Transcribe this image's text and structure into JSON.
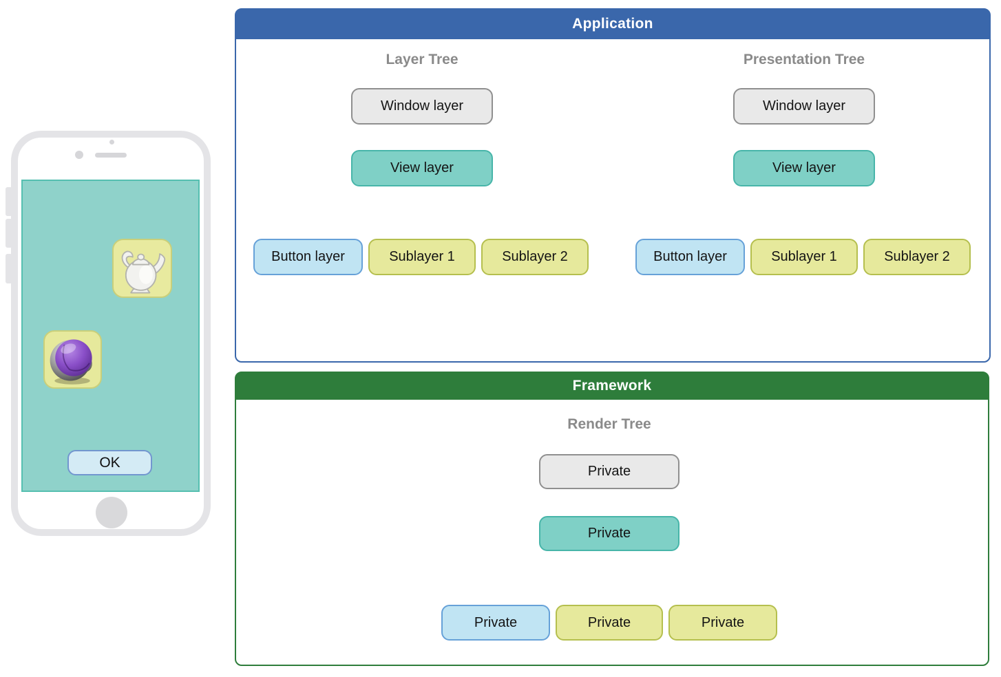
{
  "application": {
    "header": "Application",
    "layer_tree": {
      "title": "Layer Tree",
      "window_layer": "Window layer",
      "view_layer": "View layer",
      "button_layer": "Button layer",
      "sublayer_1": "Sublayer 1",
      "sublayer_2": "Sublayer 2"
    },
    "presentation_tree": {
      "title": "Presentation Tree",
      "window_layer": "Window layer",
      "view_layer": "View layer",
      "button_layer": "Button layer",
      "sublayer_1": "Sublayer 1",
      "sublayer_2": "Sublayer 2"
    }
  },
  "framework": {
    "header": "Framework",
    "render_tree": {
      "title": "Render Tree",
      "root": "Private",
      "middle": "Private",
      "child_1": "Private",
      "child_2": "Private",
      "child_3": "Private"
    }
  },
  "phone": {
    "ok_button_label": "OK",
    "teapot_icon": "teapot-app-icon",
    "sphere_icon": "core-animation-sphere-icon"
  },
  "colors": {
    "application_header_bg": "#3a67ab",
    "framework_header_bg": "#2e7d3b",
    "gray_node_fill": "#e9e9e9",
    "gray_node_border": "#8f8f8f",
    "teal_node_fill": "#7fd0c6",
    "teal_node_border": "#47b5a9",
    "blue_node_fill": "#c0e4f3",
    "blue_node_border": "#66a1d8",
    "yellow_node_fill": "#e6e99c",
    "yellow_node_border": "#b5bf4e",
    "connector_line": "#666666",
    "dotted_divider": "#8a8a8a",
    "phone_screen": "#8fd2ca"
  }
}
